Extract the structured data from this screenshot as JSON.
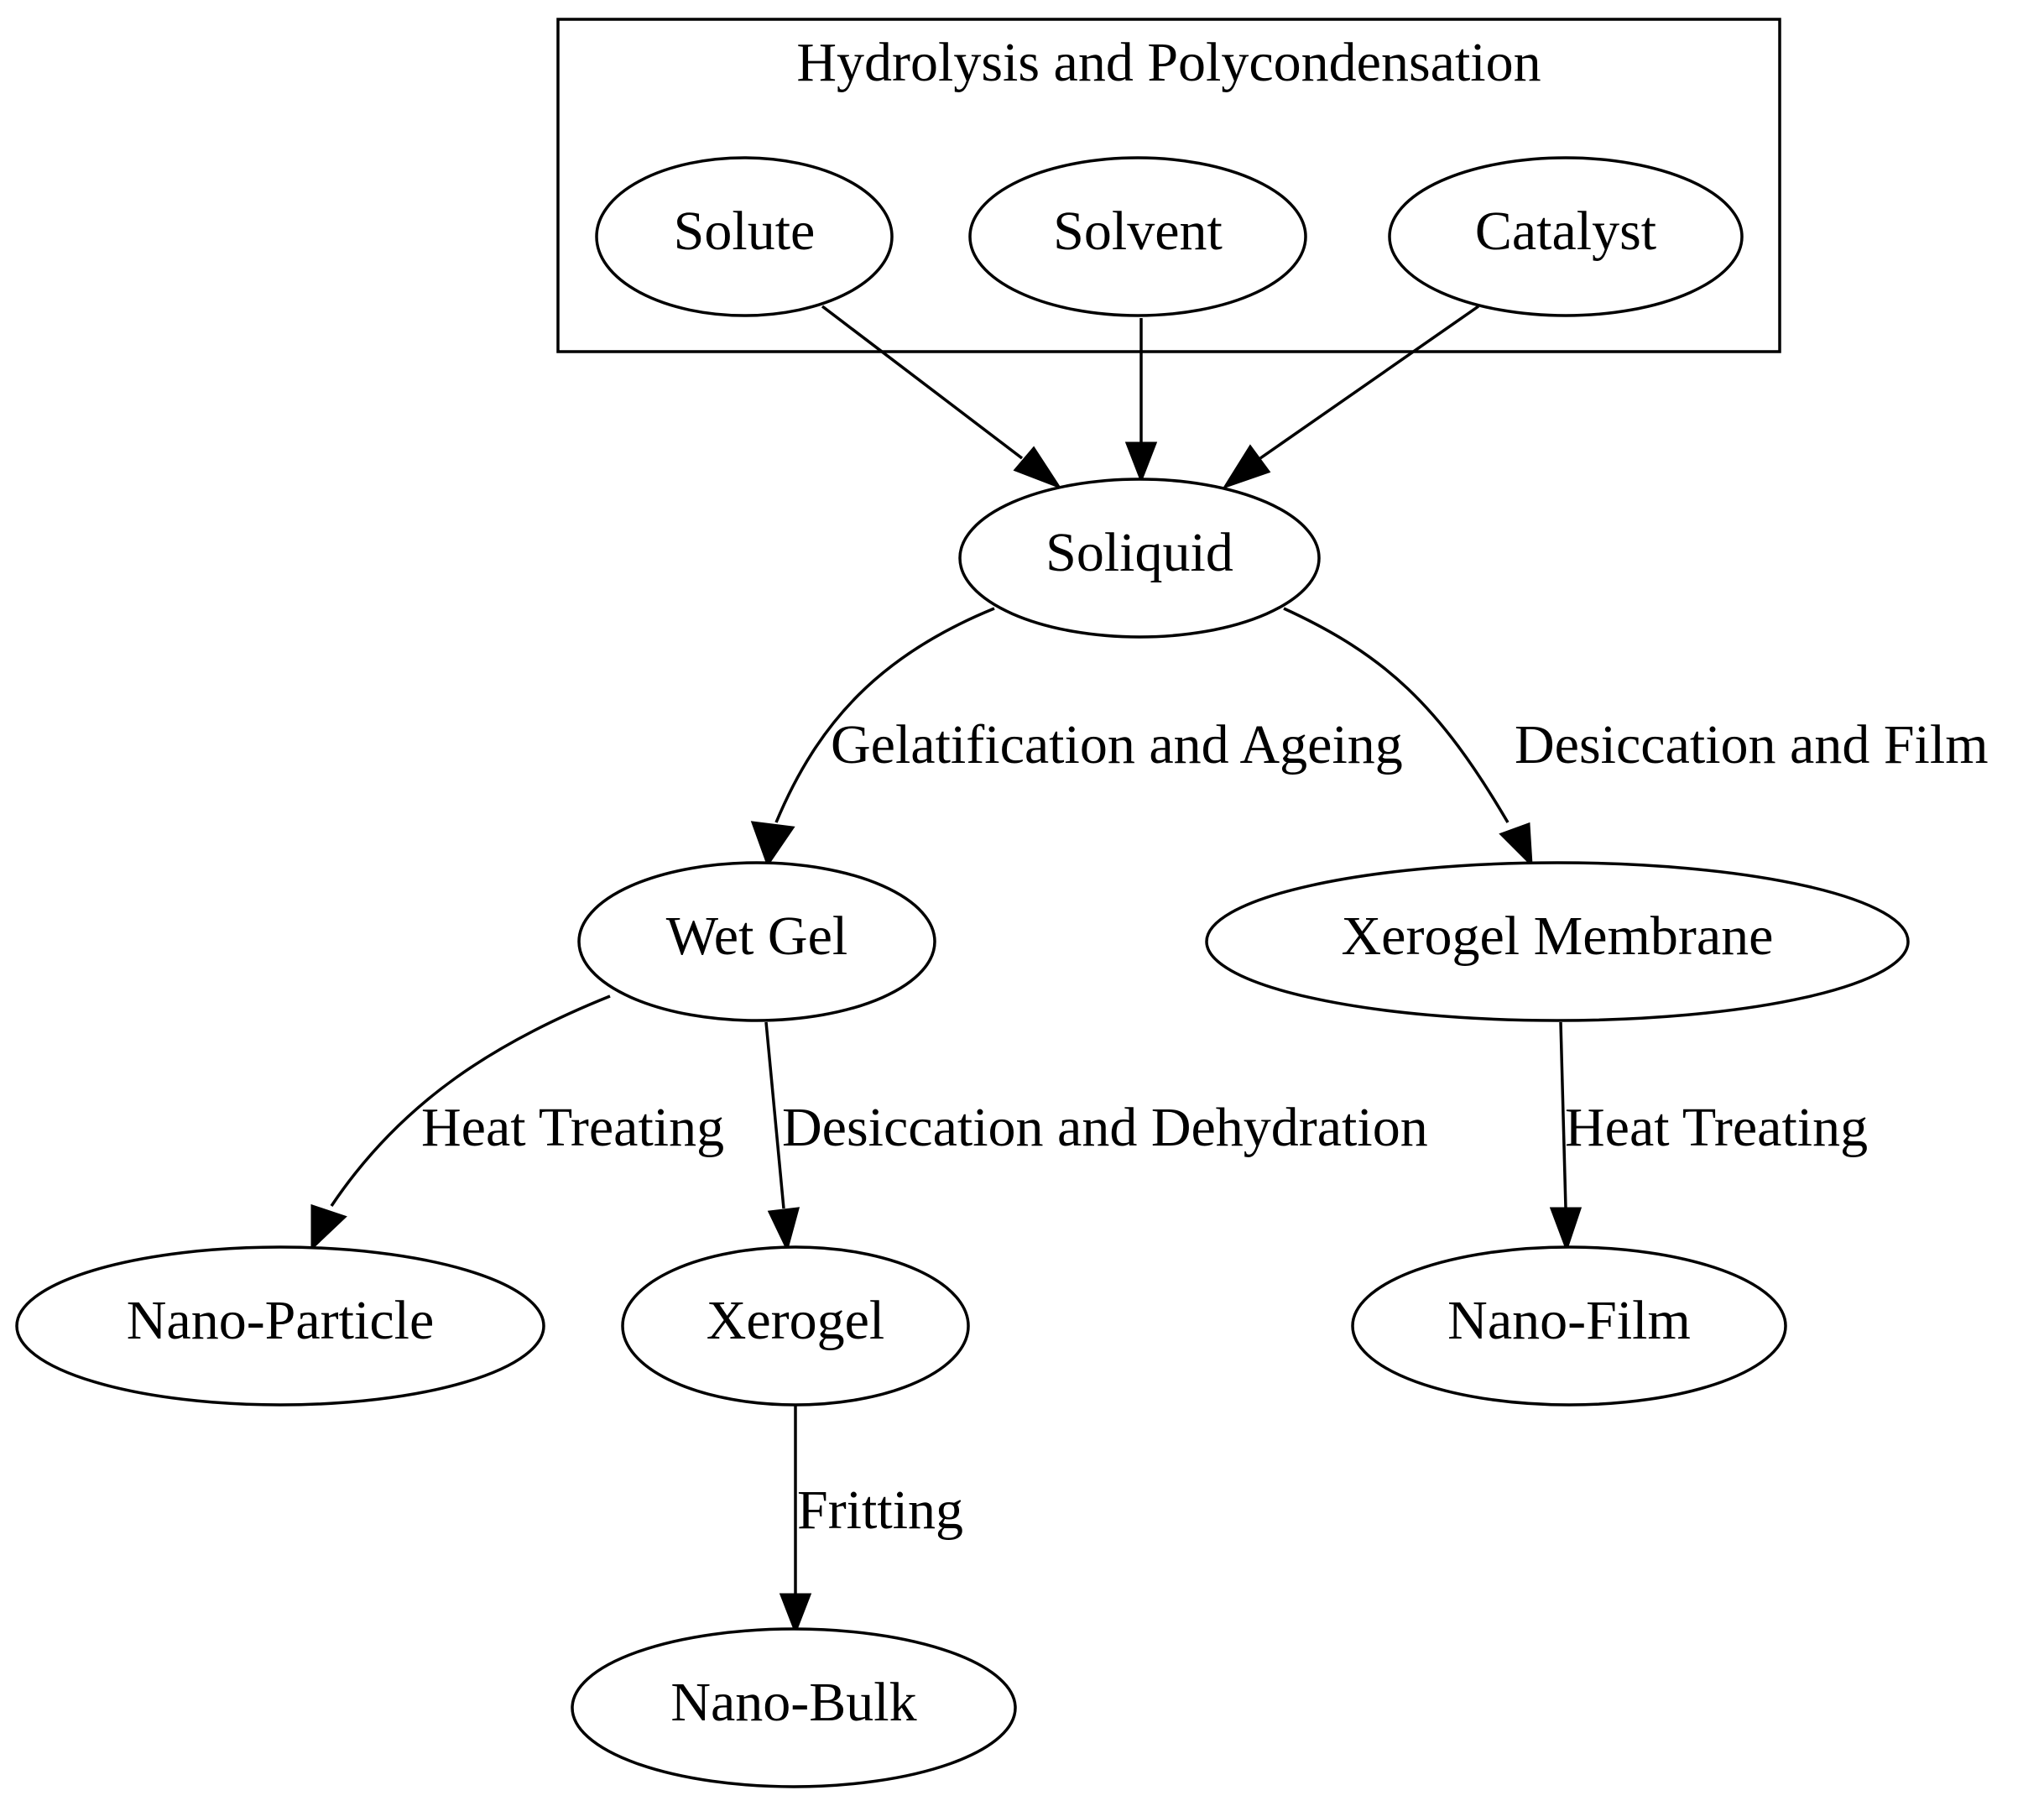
{
  "cluster": {
    "label": "Hydrolysis and Polycondensation"
  },
  "nodes": {
    "solute": "Solute",
    "solvent": "Solvent",
    "catalyst": "Catalyst",
    "soliquid": "Soliquid",
    "wet_gel": "Wet Gel",
    "xerogel_membrane": "Xerogel Membrane",
    "nano_particle": "Nano-Particle",
    "xerogel": "Xerogel",
    "nano_film": "Nano-Film",
    "nano_bulk": "Nano-Bulk"
  },
  "edges": {
    "soliquid_to_wet_gel": "Gelatification and Ageing",
    "soliquid_to_xerogel_membrane": "Desiccation and Film",
    "wet_gel_to_nano_particle": "Heat Treating",
    "wet_gel_to_xerogel": "Desiccation and Dehydration",
    "xerogel_membrane_to_nano_film": "Heat Treating",
    "xerogel_to_nano_bulk": "Fritting"
  }
}
